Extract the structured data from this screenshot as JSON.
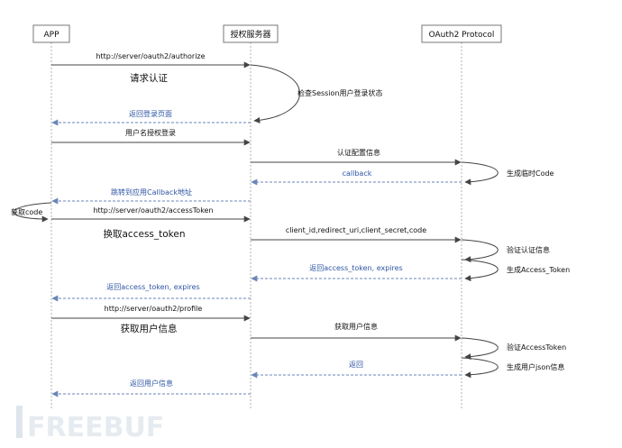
{
  "participants": [
    {
      "name": "APP"
    },
    {
      "name": "授权服务器"
    },
    {
      "name": "OAuth2 Protocol"
    }
  ],
  "messages": [
    {
      "text": "http://server/oauth2/authorize",
      "from": 0,
      "to": 1,
      "style": "call"
    },
    {
      "text": "请求认证",
      "from": 0,
      "to": 1,
      "style": "heading"
    },
    {
      "text": "返回登录页面",
      "from": 1,
      "to": 0,
      "style": "return"
    },
    {
      "text": "用户名授权登录",
      "from": 0,
      "to": 1,
      "style": "call"
    },
    {
      "text": "认证配置信息",
      "from": 1,
      "to": 2,
      "style": "call"
    },
    {
      "text": "callback",
      "from": 2,
      "to": 1,
      "style": "return"
    },
    {
      "text": "跳转到应用Callback地址",
      "from": 1,
      "to": 0,
      "style": "return"
    },
    {
      "text": "http://server/oauth2/accessToken",
      "from": 0,
      "to": 1,
      "style": "call"
    },
    {
      "text": "换取access_token",
      "from": 0,
      "to": 1,
      "style": "heading"
    },
    {
      "text": "client_id,redirect_uri,client_secret,code",
      "from": 1,
      "to": 2,
      "style": "call"
    },
    {
      "text": "返回access_token, expires",
      "from": 2,
      "to": 1,
      "style": "return"
    },
    {
      "text": "返回access_token, expires",
      "from": 1,
      "to": 0,
      "style": "return"
    },
    {
      "text": "http://server/oauth2/profile",
      "from": 0,
      "to": 1,
      "style": "call"
    },
    {
      "text": "获取用户信息",
      "from": 0,
      "to": 1,
      "style": "heading"
    },
    {
      "text": "获取用户信息",
      "from": 1,
      "to": 2,
      "style": "call"
    },
    {
      "text": "返回",
      "from": 2,
      "to": 1,
      "style": "return"
    },
    {
      "text": "返回用户信息",
      "from": 1,
      "to": 0,
      "style": "return"
    }
  ],
  "self_calls": [
    {
      "text": "检查Session用户登录状态",
      "participant": 1,
      "side": "right"
    },
    {
      "text": "生成临时Code",
      "participant": 2,
      "side": "right"
    },
    {
      "text": "获取code",
      "participant": 0,
      "side": "left"
    },
    {
      "text": "验证认证信息",
      "participant": 2,
      "side": "right"
    },
    {
      "text": "生成Access_Token",
      "participant": 2,
      "side": "right"
    },
    {
      "text": "验证AccessToken",
      "participant": 2,
      "side": "right"
    },
    {
      "text": "生成用户json信息",
      "participant": 2,
      "side": "right"
    }
  ],
  "watermark": "FREEBUF",
  "colors": {
    "call": "#444444",
    "return": "#6a86b8",
    "return_text": "#2e55a3",
    "lifeline": "#b0b0b0"
  }
}
